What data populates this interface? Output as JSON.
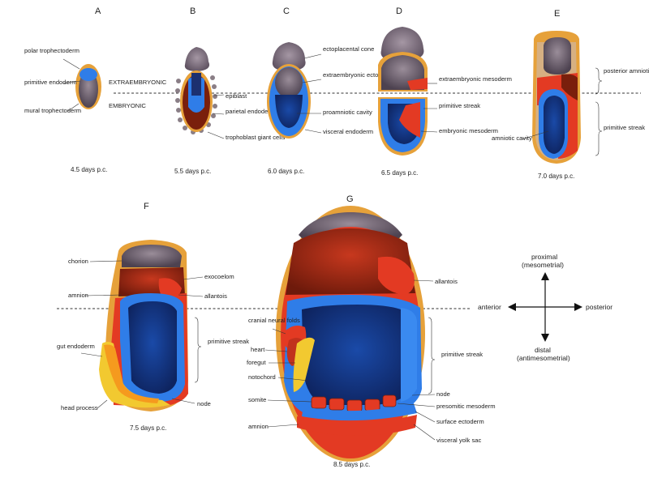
{
  "colors": {
    "trophectoderm": "#e6a13a",
    "embryonic_ectoderm": "#2f7de8",
    "epiblast_dark": "#1a3f8f",
    "mesoderm": "#e33a23",
    "extraembryonic_ectoderm": "#7a6a78",
    "ectoplacental_cone": "#8f7f8f",
    "visceral_endoderm_dark": "#8a2a10",
    "gut_endoderm": "#f2c930",
    "background": "#ffffff"
  },
  "panels": {
    "A": {
      "letter": "A",
      "caption": "4.5 days p.c.",
      "labels": [
        "polar trophectoderm",
        "primitive endoderm",
        "mural trophectoderm"
      ]
    },
    "B": {
      "letter": "B",
      "caption": "5.5 days p.c.",
      "labels": [
        "epiblast",
        "parietal endoderm",
        "trophoblast giant cells"
      ]
    },
    "C": {
      "letter": "C",
      "caption": "6.0 days p.c.",
      "labels": [
        "ectoplacental cone",
        "extraembryonic ectoderm",
        "proamniotic cavity",
        "visceral endoderm"
      ]
    },
    "D": {
      "letter": "D",
      "caption": "6.5 days p.c.",
      "labels": [
        "extraembryonic mesoderm",
        "primitive streak",
        "embryonic mesoderm"
      ]
    },
    "E": {
      "letter": "E",
      "caption": "7.0 days p.c.",
      "labels": [
        "posterior amniotic fold",
        "primitive streak",
        "amniotic cavity"
      ]
    },
    "F": {
      "letter": "F",
      "caption": "7.5 days p.c.",
      "labels": [
        "chorion",
        "exocoelom",
        "amnion",
        "allantois",
        "gut endoderm",
        "primitive streak",
        "head process",
        "node"
      ]
    },
    "G": {
      "letter": "G",
      "caption": "8.5 days p.c.",
      "labels": [
        "allantois",
        "cranial neural folds",
        "heart",
        "foregut",
        "notochord",
        "primitive streak",
        "somite",
        "amnion",
        "node",
        "presomitic mesoderm",
        "surface ectoderm",
        "visceral yolk sac"
      ]
    }
  },
  "regions": {
    "extraembryonic": "EXTRAEMBRYONIC",
    "embryonic": "EMBRYONIC"
  },
  "compass": {
    "proximal": "proximal",
    "proximal_sub": "(mesometrial)",
    "distal": "distal",
    "distal_sub": "(antimesometrial)",
    "anterior": "anterior",
    "posterior": "posterior"
  }
}
